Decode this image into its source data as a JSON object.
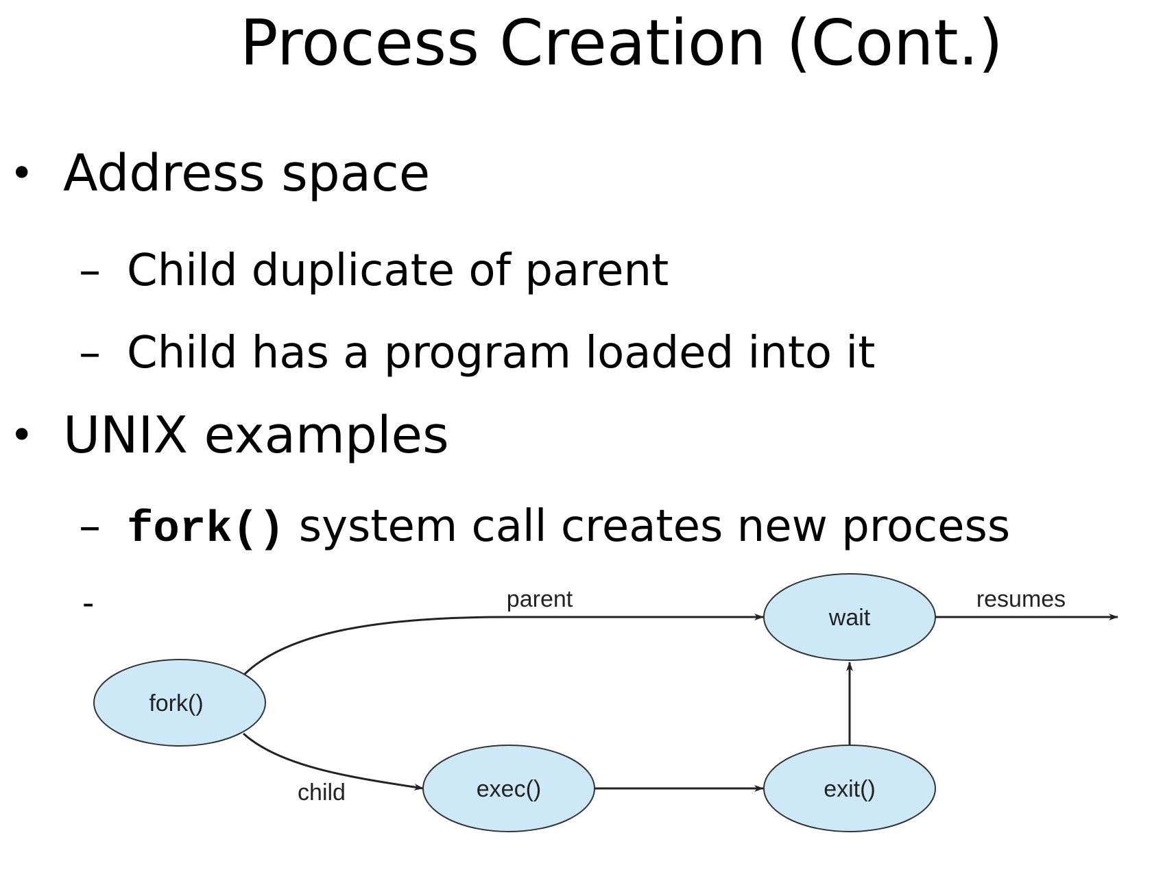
{
  "slide": {
    "title": "Process Creation (Cont.)",
    "bullets": [
      {
        "text": "Address space",
        "subitems": [
          "Child duplicate of parent",
          "Child has a program loaded into it"
        ]
      },
      {
        "text": "UNIX examples",
        "subitems": [
          {
            "code": "fork()",
            "text": " system call creates new process"
          }
        ]
      }
    ],
    "stray_marker": "-",
    "dash": "–",
    "bullet_glyph": "•"
  },
  "diagram": {
    "nodes": {
      "fork": "fork()",
      "exec": "exec()",
      "exit": "exit()",
      "wait": "wait"
    },
    "edge_labels": {
      "parent": "parent",
      "child": "child",
      "resumes": "resumes"
    },
    "colors": {
      "node_fill": "#cde9f7",
      "node_stroke": "#333333",
      "edge": "#222222"
    }
  }
}
